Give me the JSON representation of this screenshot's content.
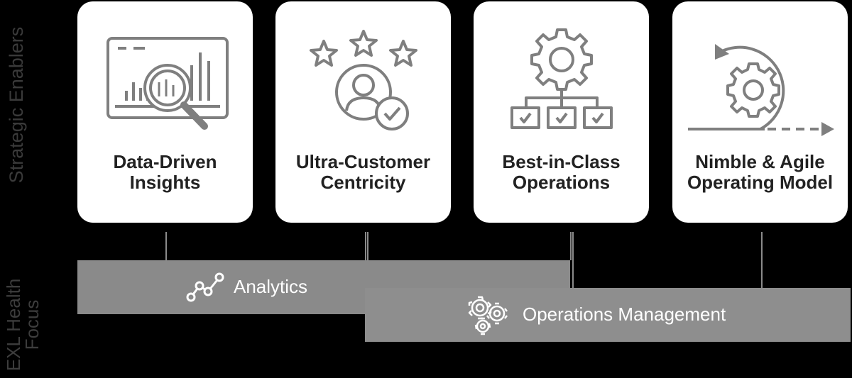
{
  "sidebar": {
    "enablers_label": "Strategic Enablers",
    "focus_line1": "EXL Health",
    "focus_line2": "Focus"
  },
  "cards": [
    {
      "title_line1": "Data-Driven",
      "title_line2": "Insights",
      "icon": "analytics-magnifier-icon"
    },
    {
      "title_line1": "Ultra-Customer",
      "title_line2": "Centricity",
      "icon": "customer-stars-icon"
    },
    {
      "title_line1": "Best-in-Class",
      "title_line2": "Operations",
      "icon": "gear-checklist-icon"
    },
    {
      "title_line1": "Nimble & Agile",
      "title_line2": "Operating Model",
      "icon": "agile-cycle-icon"
    }
  ],
  "focus_bars": {
    "analytics": {
      "label": "Analytics",
      "icon": "line-graph-icon"
    },
    "operations": {
      "label": "Operations Management",
      "icon": "gears-icon"
    }
  },
  "colors": {
    "background": "#000000",
    "card": "#ffffff",
    "icon_stroke": "#7f7f7f",
    "bar": "#8c8c8c",
    "side_text": "#3a3a3a"
  }
}
